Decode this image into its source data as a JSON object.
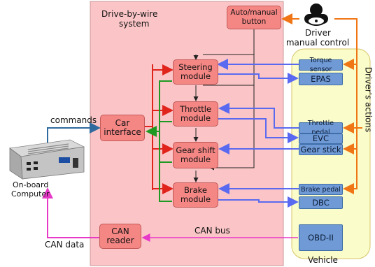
{
  "system": {
    "title_line1": "Drive-by-wire",
    "title_line2": "system",
    "auto_manual_button": "Auto/manual\nbutton",
    "car_interface": "Car\ninterface",
    "modules": [
      "Steering\nmodule",
      "Throttle\nmodule",
      "Gear shift\nmodule",
      "Brake\nmodule"
    ],
    "can_reader": "CAN\nreader"
  },
  "vehicle": {
    "label": "Vehicle",
    "parts": [
      "Torque sensor",
      "EPAS",
      "Throttle pedal",
      "EVC",
      "Gear stick",
      "Brake pedal",
      "DBC",
      "OBD-II"
    ]
  },
  "driver": {
    "line1": "Driver",
    "line2": "manual control",
    "actions": "Driver's actions"
  },
  "computer": {
    "line1": "On-board",
    "line2": "Computer"
  },
  "edges": {
    "commands": "commands",
    "can_bus": "CAN bus",
    "can_data": "CAN data"
  },
  "colors": {
    "system_bg": "#fbc5c7",
    "vehicle_bg": "#fafcc9",
    "module_fill": "#f48684",
    "part_fill": "#6f9ad6",
    "arrow_red": "#e0231b",
    "arrow_green": "#1e9a23",
    "arrow_blue": "#5a6af0",
    "arrow_orange": "#f07514",
    "arrow_magenta": "#e838c8",
    "arrow_steel": "#2f6a9e"
  }
}
